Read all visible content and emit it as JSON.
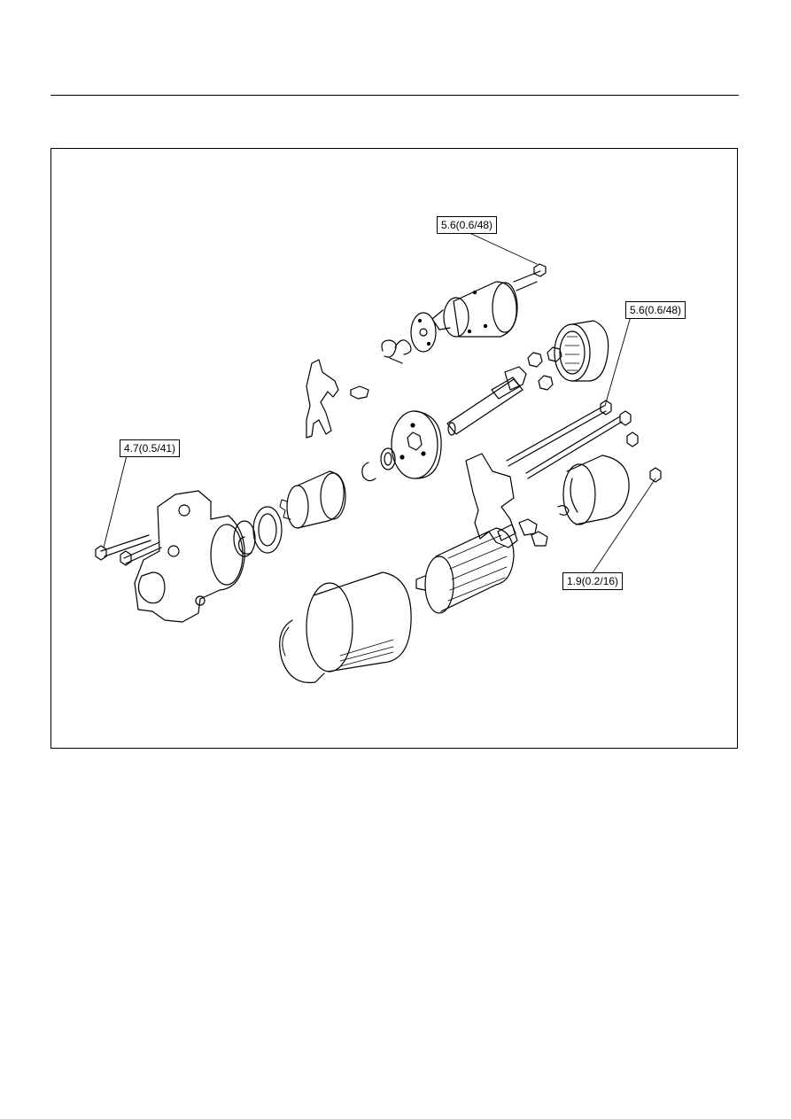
{
  "diagram": {
    "torque_labels": {
      "solenoid_nut": "5.6(0.6/48)",
      "through_bolts": "5.6(0.6/48)",
      "housing_bolts": "4.7(0.5/41)",
      "brush_holder_screws": "1.9(0.2/16)"
    }
  }
}
